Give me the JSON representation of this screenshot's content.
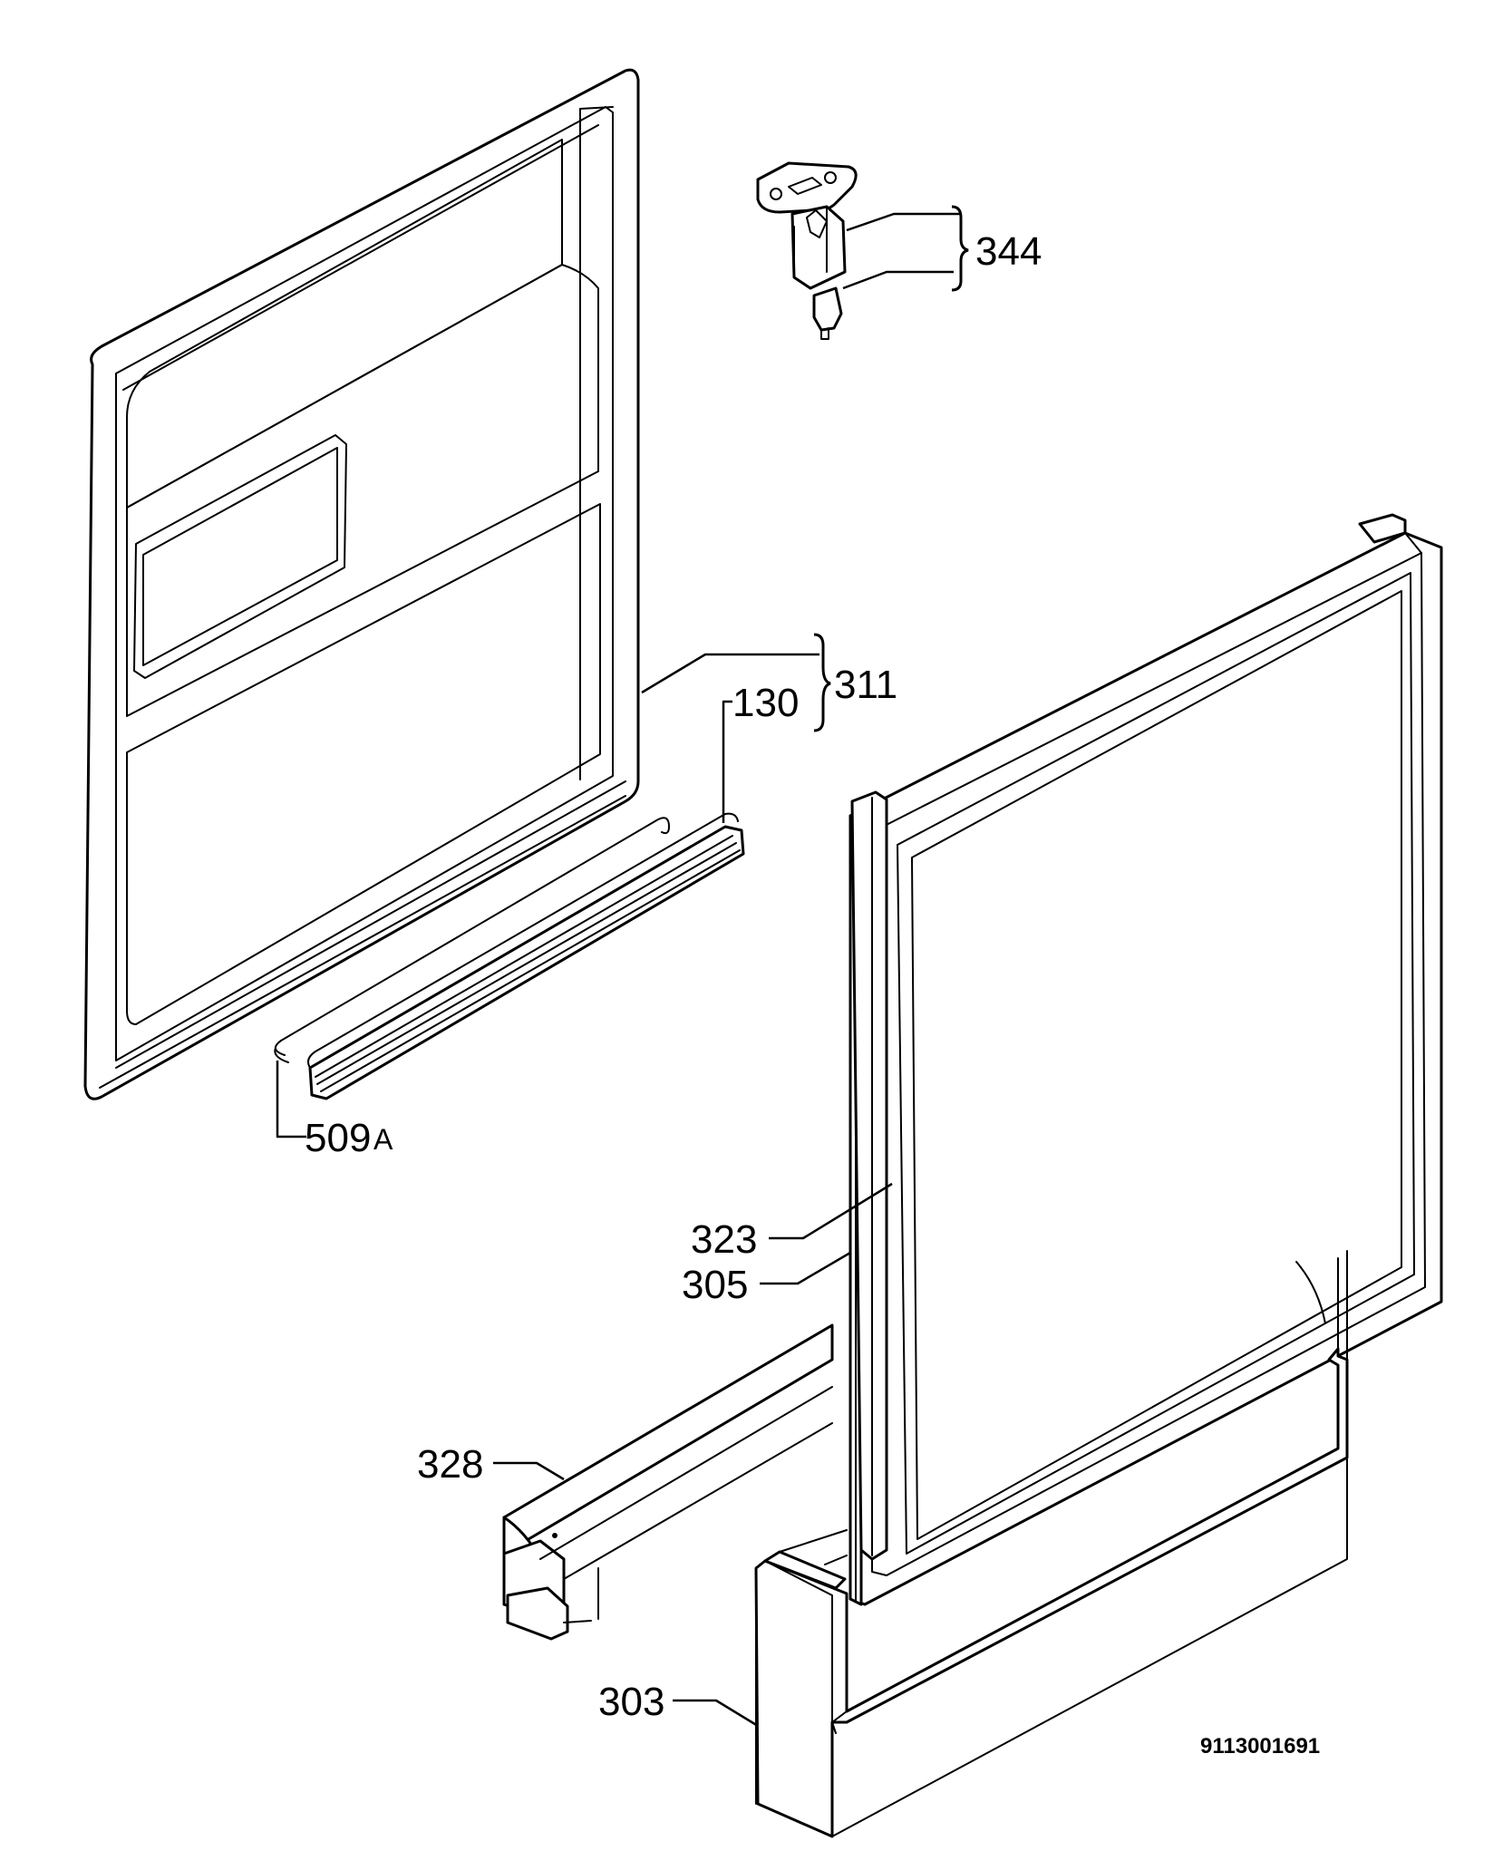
{
  "callouts": {
    "c344": "344",
    "c311": "311",
    "c130": "130",
    "c509": "509",
    "c509_suffix": "A",
    "c323": "323",
    "c305": "305",
    "c328": "328",
    "c303": "303"
  },
  "document_number": "9113001691",
  "colors": {
    "line": "#000000",
    "background": "#ffffff"
  }
}
